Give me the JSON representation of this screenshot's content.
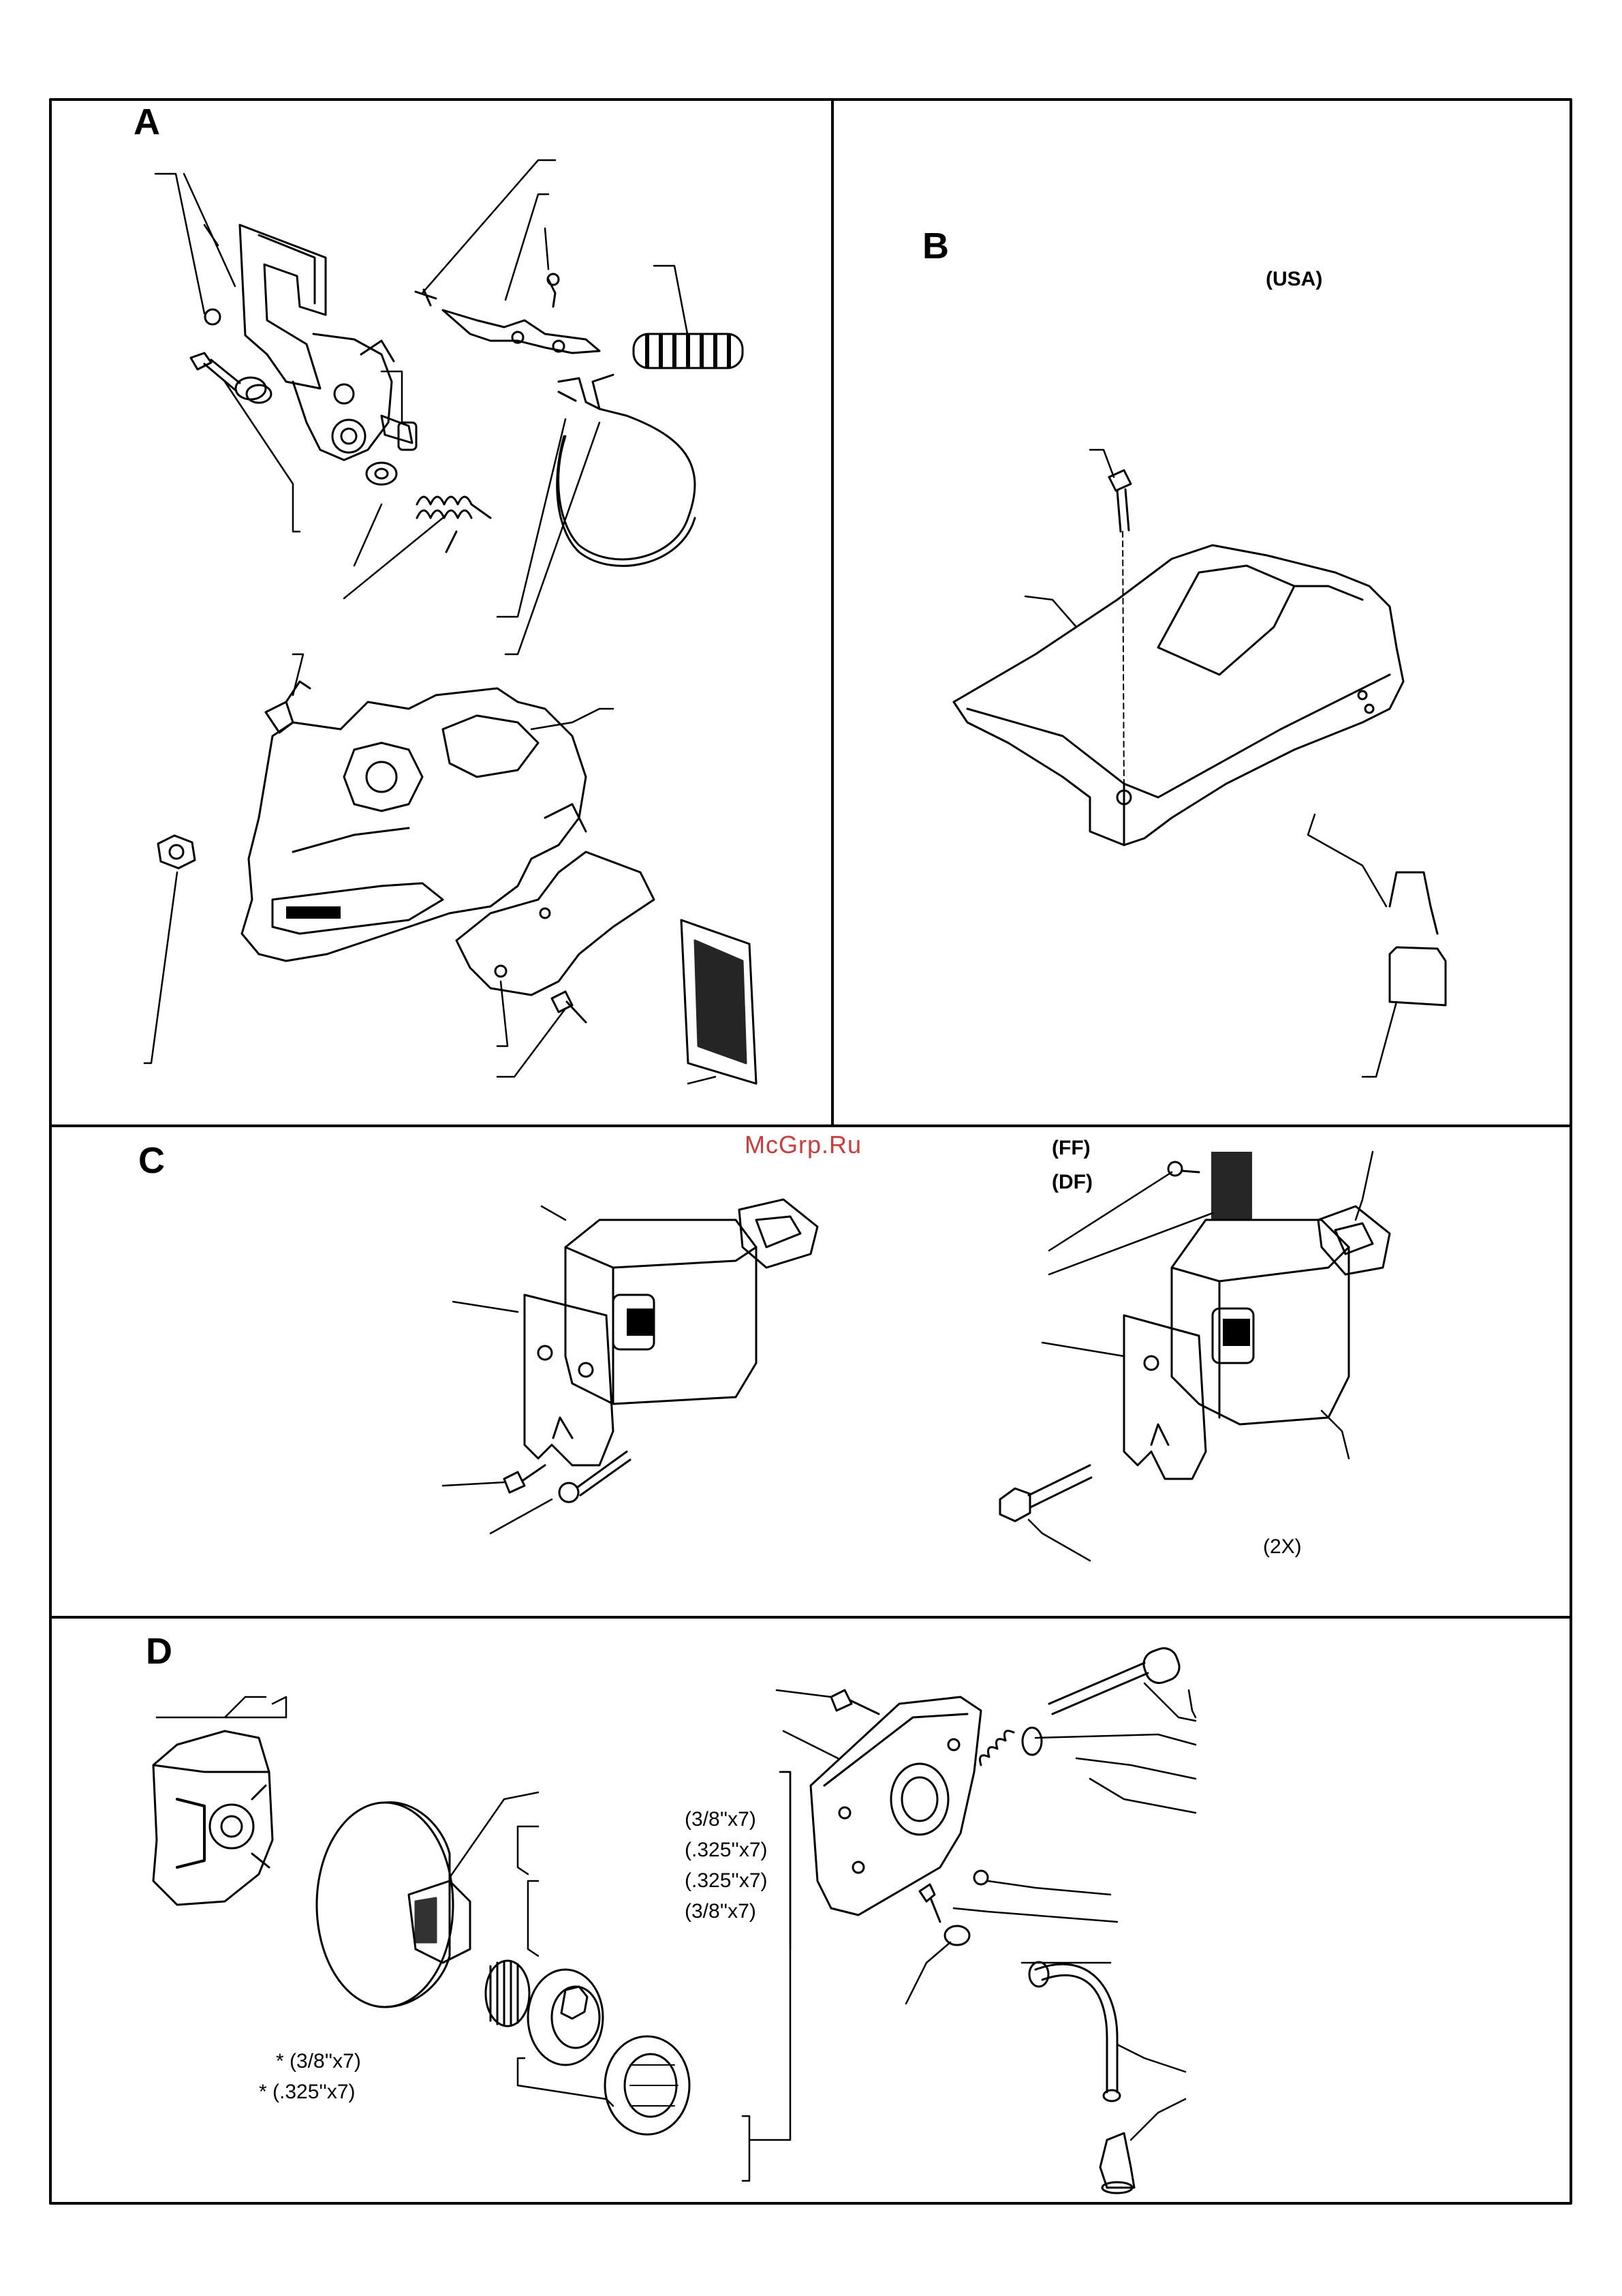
{
  "sections": [
    {
      "id": "A",
      "label": "A"
    },
    {
      "id": "B",
      "label": "B",
      "note": "(USA)"
    },
    {
      "id": "C",
      "label": "C",
      "variants": [
        "(FF)",
        "(DF)"
      ],
      "quantity_note": "(2X)"
    },
    {
      "id": "D",
      "label": "D",
      "chain_options": [
        "(3/8''x7)",
        "(.325''x7)",
        "(.325''x7)",
        "(3/8''x7)"
      ],
      "drum_options": [
        "* (3/8''x7)",
        "* (.325''x7)"
      ]
    }
  ],
  "watermark": "McGrp.Ru"
}
